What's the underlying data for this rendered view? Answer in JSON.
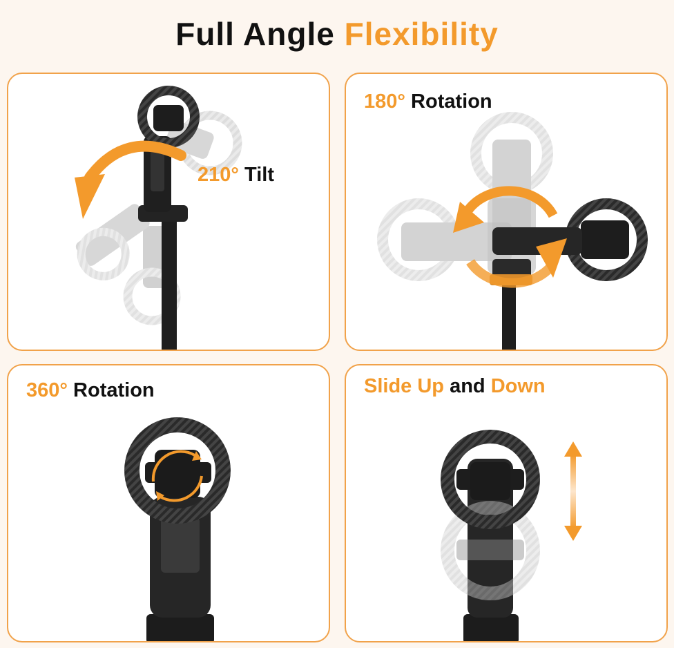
{
  "title": {
    "main": "Full Angle",
    "accent": "Flexibility"
  },
  "panels": {
    "tilt": {
      "degree": "210°",
      "label": "Tilt"
    },
    "rotation180": {
      "degree": "180°",
      "label": "Rotation"
    },
    "rotation360": {
      "degree": "360°",
      "label": "Rotation"
    },
    "slide": {
      "word1": "Slide Up",
      "word2": "and",
      "word3": "Down"
    }
  },
  "colors": {
    "accent": "#f39a2c",
    "border": "#f1a24a",
    "background": "#fdf6ef",
    "ring": "#2b2b2b"
  }
}
